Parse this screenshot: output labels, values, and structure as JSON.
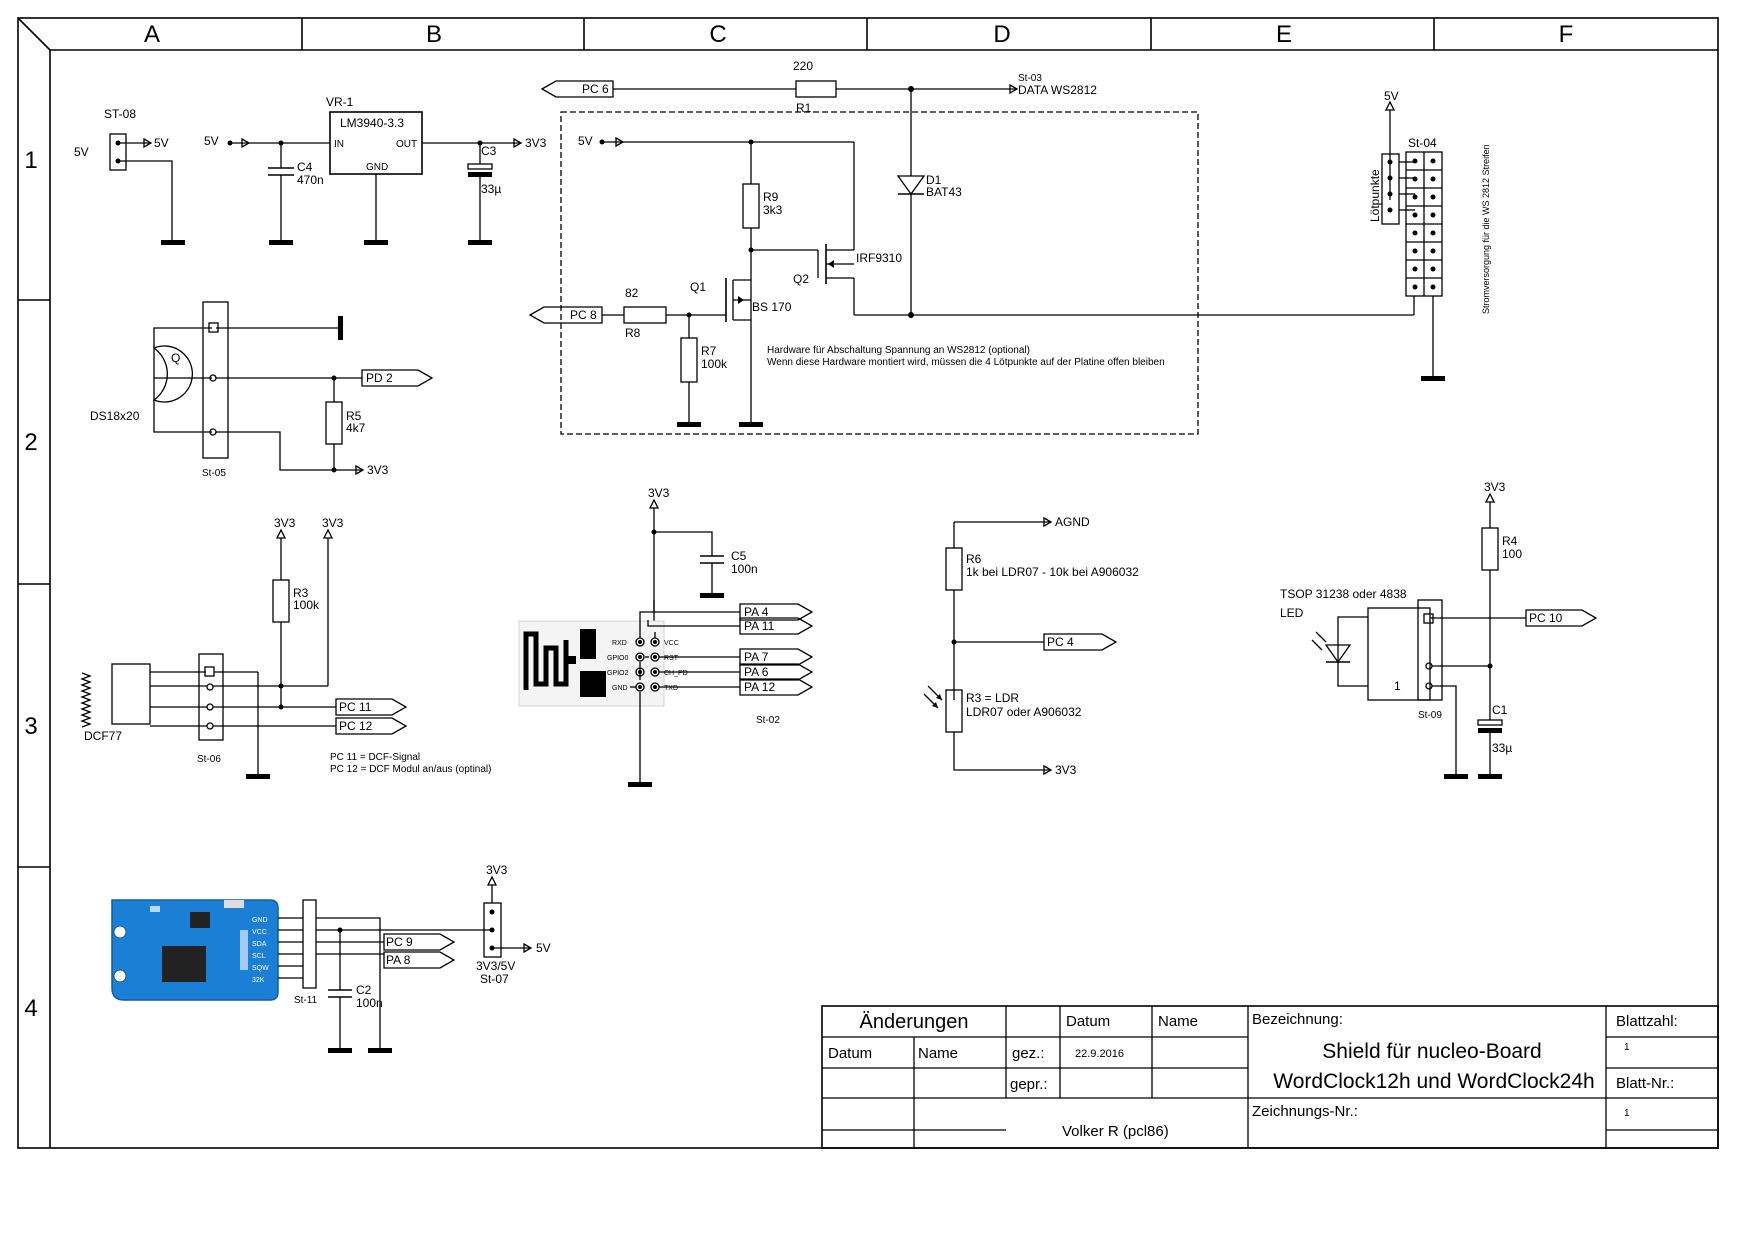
{
  "frame": {
    "columns": [
      "A",
      "B",
      "C",
      "D",
      "E",
      "F"
    ],
    "rows": [
      "1",
      "2",
      "3",
      "4"
    ]
  },
  "labels": {
    "st08": "ST-08",
    "v5": "5V",
    "v3v3": "3V3",
    "vr1": "VR-1",
    "lm": "LM3940-3.3",
    "in": "IN",
    "out": "OUT",
    "gnd": "GND",
    "c4": "C4",
    "c4v": "470n",
    "c3": "C3",
    "c3v": "33µ",
    "pc6": "PC 6",
    "r1v": "220",
    "r1": "R1",
    "st03": "St-03",
    "datablk": "DATA WS2812",
    "d1": "D1",
    "bat43": "BAT43",
    "r9": "R9",
    "r9v": "3k3",
    "irf": "IRF9310",
    "q2": "Q2",
    "q1": "Q1",
    "bs170": "BS 170",
    "r8v": "82",
    "pc8": "PC 8",
    "r8": "R8",
    "r7": "R7",
    "r7v": "100k",
    "hw1": "Hardware für Abschaltung Spannung an WS2812 (optional)",
    "hw2": "Wenn diese Hardware montiert wird, müssen die 4 Lötpunkte auf der Platine offen bleiben",
    "st04": "St-04",
    "lotpunkte": "Lötpunkte",
    "strom": "Stromversorgung für die WS 2812 Streifen",
    "q": "Q",
    "ds18": "DS18x20",
    "pd2": "PD 2",
    "r5": "R5",
    "r5v": "4k7",
    "st05": "St-05",
    "r3": "R3",
    "r3v": "100k",
    "dcf77": "DCF77",
    "pc11": "PC 11",
    "pc12": "PC 12",
    "st06": "St-06",
    "pcnote1": "PC 11 = DCF-Signal",
    "pcnote2": "PC 12 = DCF Modul an/aus (optinal)",
    "c5": "C5",
    "c5v": "100n",
    "pa4": "PA 4",
    "pa11": "PA 11",
    "pa7": "PA 7",
    "pa6": "PA 6",
    "pa12": "PA 12",
    "st02": "St-02",
    "rxd": "RXD",
    "gpio0": "GPIO0",
    "gpio2": "GPIO2",
    "espgnd": "GND",
    "vcc": "VCC",
    "rst": "RST",
    "chpd": "CH_PD",
    "txd": "TXD",
    "agnd": "AGND",
    "r6": "R6",
    "r6v": "1k bei LDR07 - 10k bei A906032",
    "pc4": "PC 4",
    "r3ldr": "R3 = LDR",
    "ldrtype": "LDR07 oder A906032",
    "r4": "R4",
    "r4v": "100",
    "tsop": "TSOP 31238 oder 4838",
    "led": "LED",
    "pc10": "PC 10",
    "c1": "C1",
    "c1v": "33µ",
    "st09": "St-09",
    "one": "1",
    "pc9": "PC 9",
    "pa8": "PA 8",
    "v3v35": "3V3/5V",
    "st07": "St-07",
    "st11": "St-11",
    "c2": "C2",
    "c2v": "100n",
    "rtc_pins": [
      "GND",
      "VCC",
      "SDA",
      "SCL",
      "SQW",
      "32K"
    ]
  },
  "title_block": {
    "aenderungen": "Änderungen",
    "datum": "Datum",
    "name": "Name",
    "datum_col": "Datum",
    "name_col": "Name",
    "gez": "gez.:",
    "gez_date": "22.9.2016",
    "gepr": "gepr.:",
    "author": "Volker R (pcl86)",
    "bezeichnung": "Bezeichnung:",
    "title_line1": "Shield für nucleo-Board",
    "title_line2": "WordClock12h und WordClock24h",
    "zeichnungsnr": "Zeichnungs-Nr.:",
    "blattzahl": "Blattzahl:",
    "blattzahl_val": "1",
    "blattnr": "Blatt-Nr.:",
    "blattnr_val": "1"
  },
  "colors": {
    "line": "#000000",
    "module_blue": "#1b7fd6"
  }
}
